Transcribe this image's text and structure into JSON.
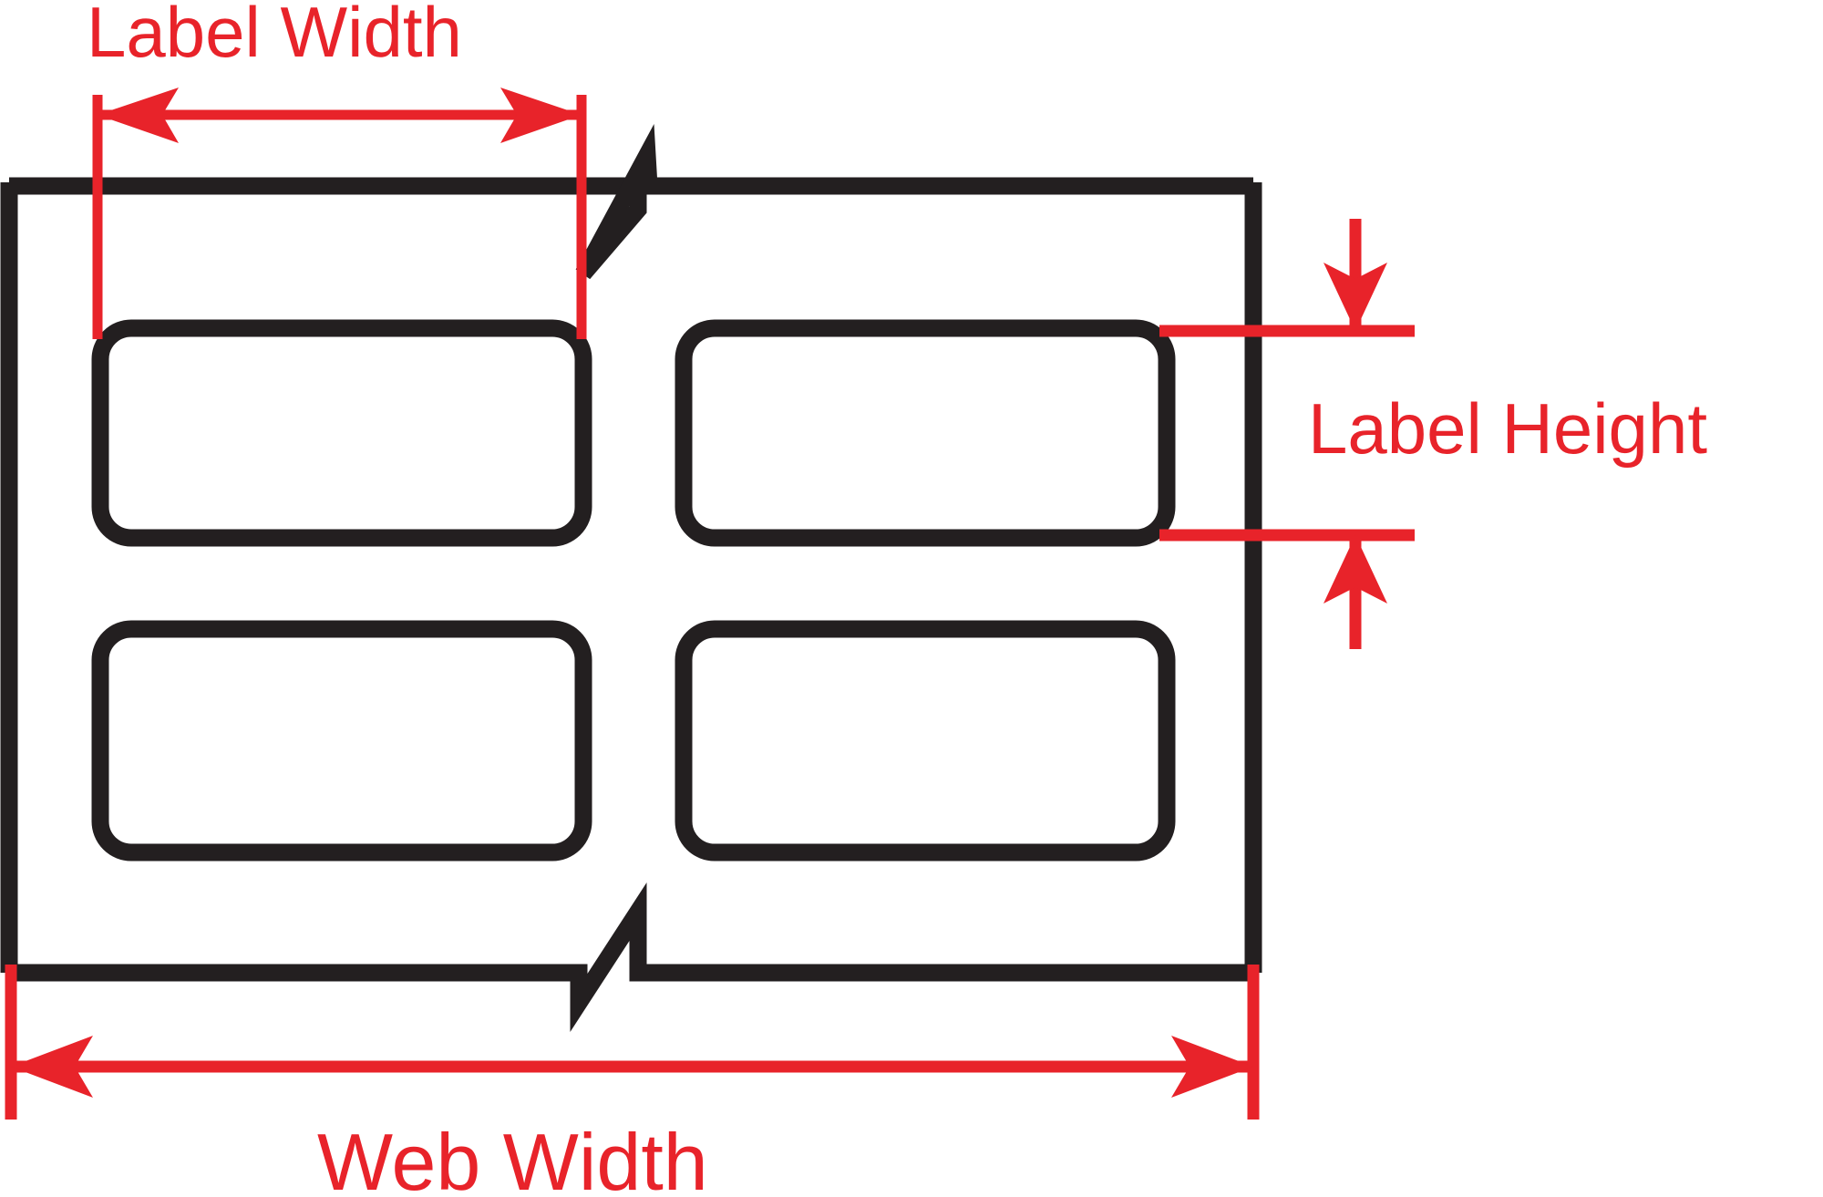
{
  "diagram": {
    "title": "Label Web Dimensions Diagram",
    "type": "technical-dimension-drawing",
    "colors": {
      "dimension": "#e8232a",
      "outline": "#231f20",
      "background": "#ffffff"
    },
    "annotations": {
      "label_width": "Label Width",
      "label_height": "Label Height",
      "web_width": "Web Width"
    },
    "web": {
      "name": "web-liner",
      "break_symbols": [
        "top-break",
        "bottom-break"
      ]
    },
    "labels": [
      {
        "name": "label-top-left"
      },
      {
        "name": "label-top-right"
      },
      {
        "name": "label-bottom-left"
      },
      {
        "name": "label-bottom-right"
      }
    ]
  }
}
